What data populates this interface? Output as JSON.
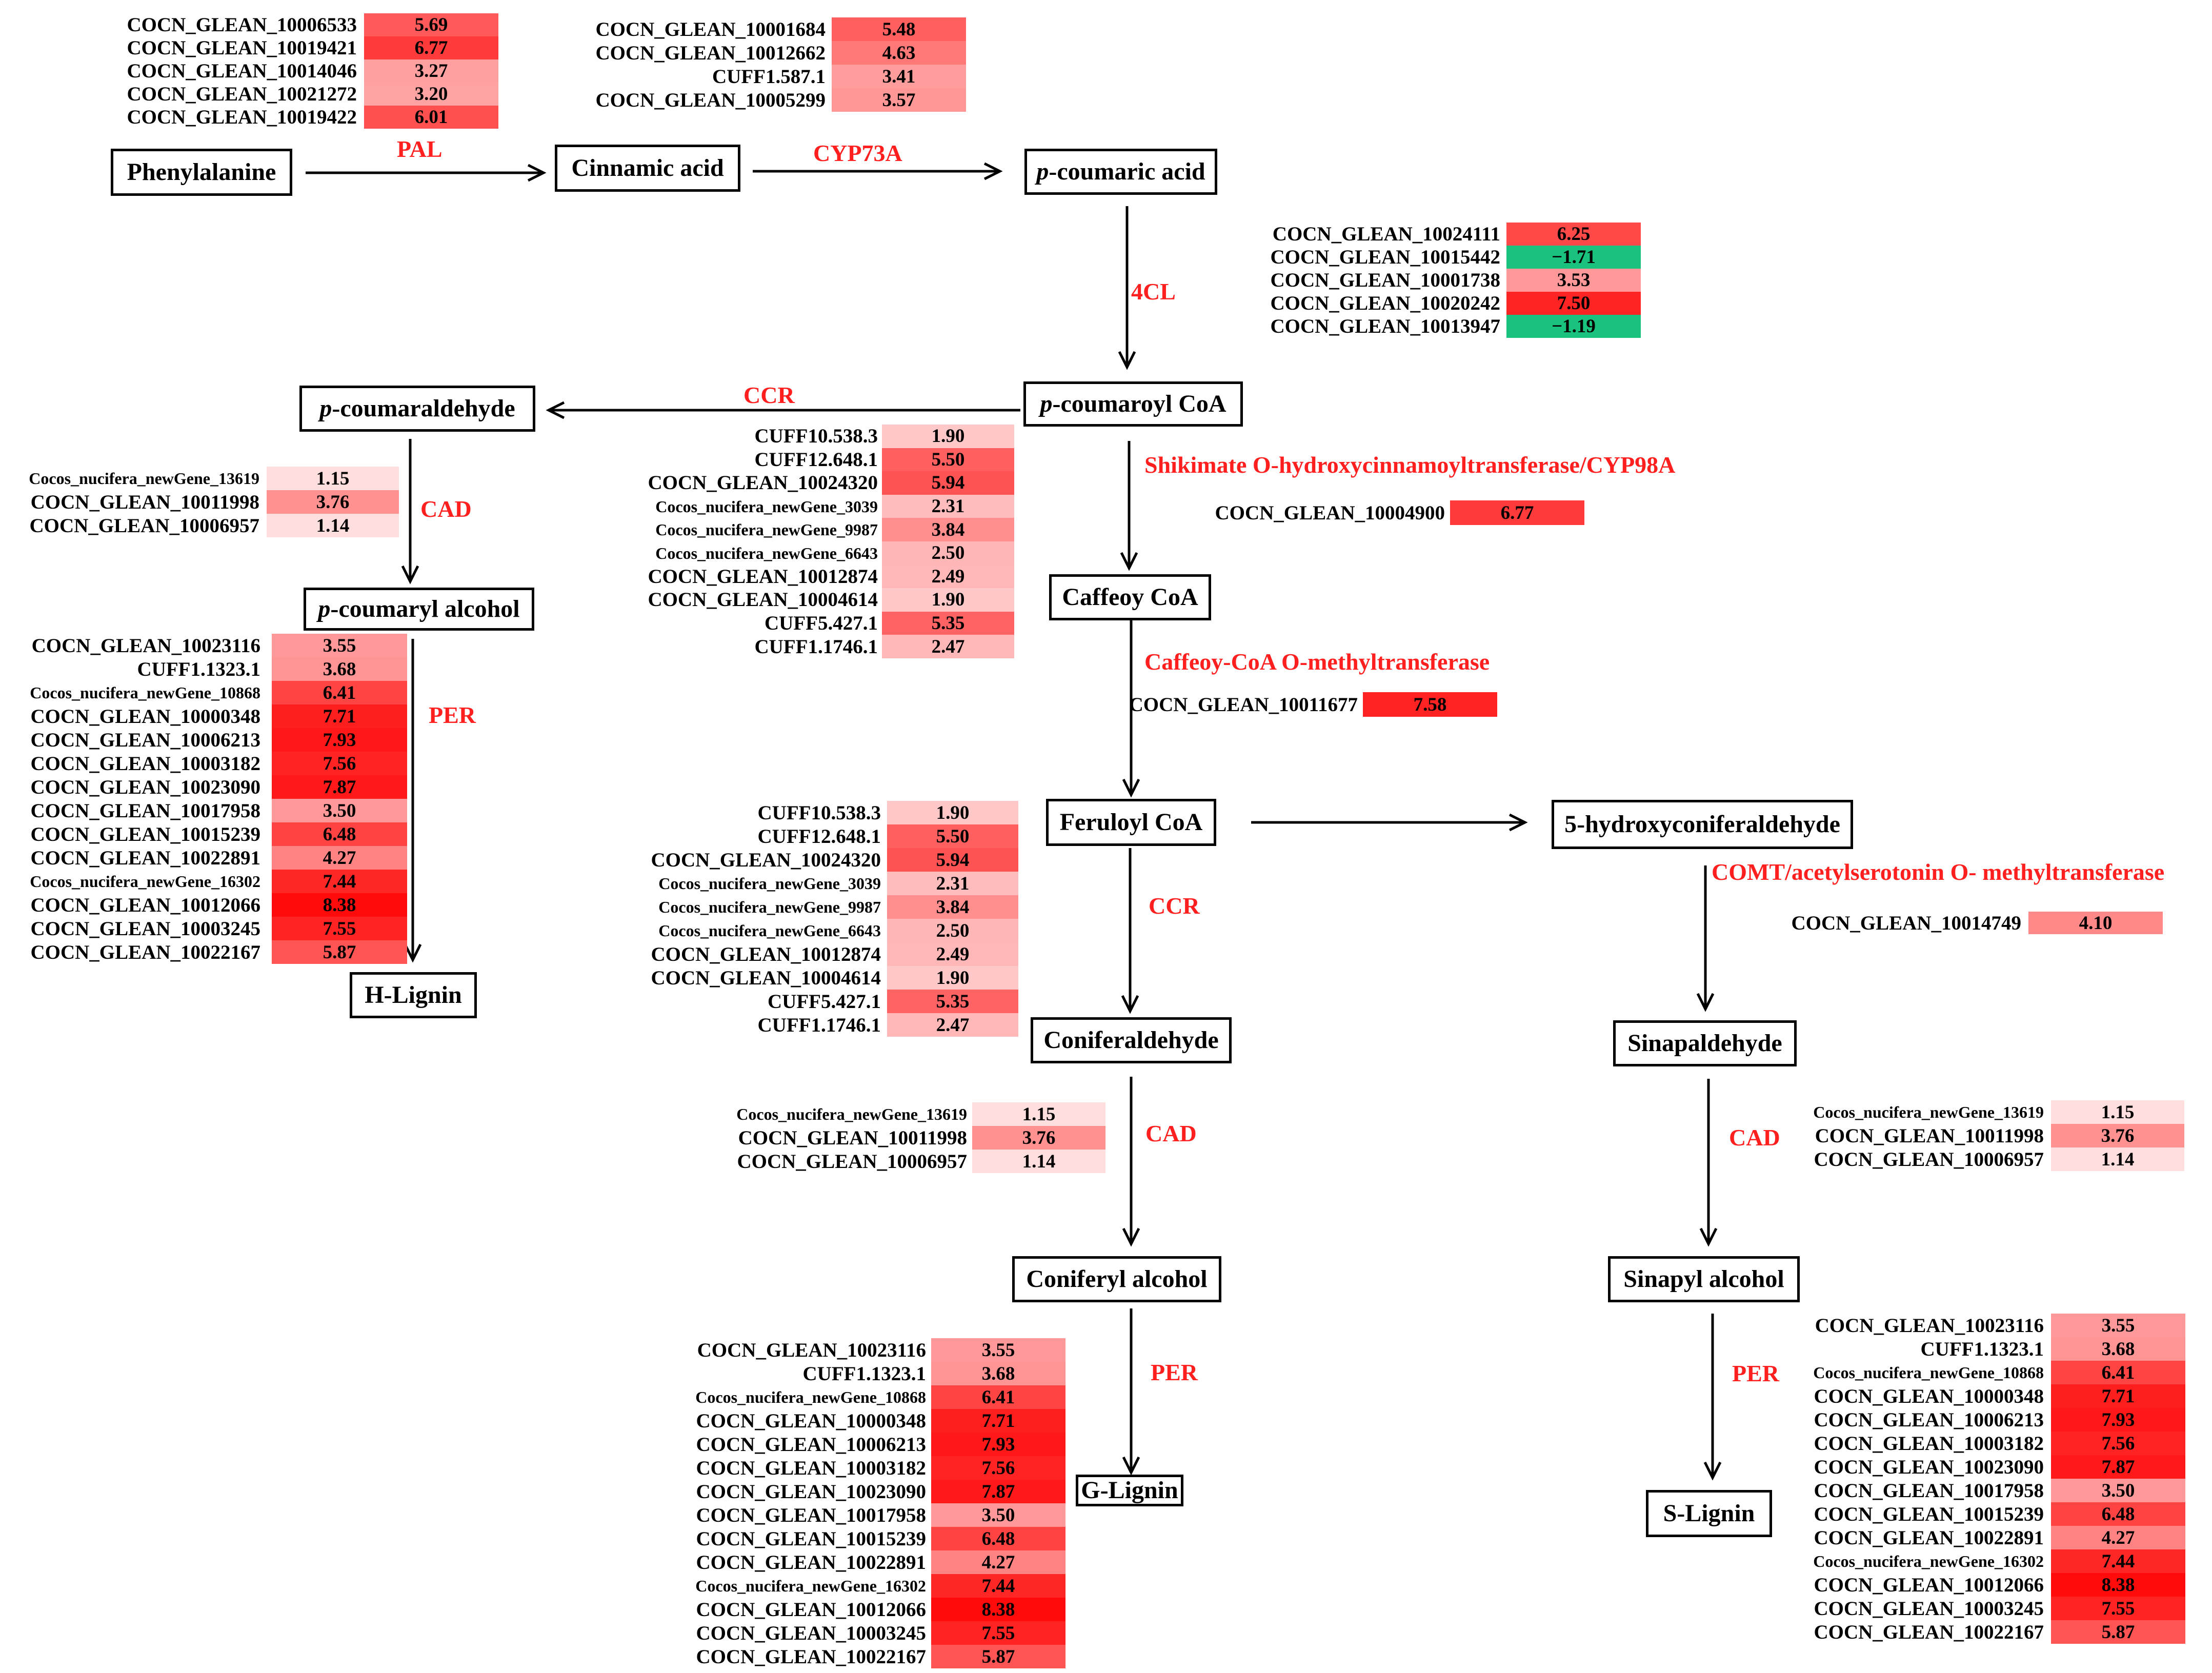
{
  "colors": {
    "enzyme_label": "#ff1f1f",
    "box_border": "#000000",
    "heat_low": "#ffe2e2",
    "heat_high": "#ff0a0a",
    "negative": "#19c37d"
  },
  "compounds": {
    "phenylalanine": "Phenylalanine",
    "cinnamic_acid": "Cinnamic acid",
    "p_coumaric_acid": {
      "italic": "p",
      "rest": "-coumaric acid"
    },
    "p_coumaroyl_coa": {
      "italic": "p",
      "rest": "-coumaroyl CoA"
    },
    "p_coumaraldehyde": {
      "italic": "p",
      "rest": "-coumaraldehyde"
    },
    "p_coumaryl_alcohol": {
      "italic": "p",
      "rest": "-coumaryl alcohol"
    },
    "h_lignin": "H-Lignin",
    "caffeoy_coa": "Caffeoy CoA",
    "feruloyl_coa": "Feruloyl CoA",
    "hydroxyconiferaldehyde": "5-hydroxyconiferaldehyde",
    "coniferaldehyde": "Coniferaldehyde",
    "coniferyl_alcohol": "Coniferyl alcohol",
    "g_lignin": "G-Lignin",
    "sinapaldehyde": "Sinapaldehyde",
    "sinapyl_alcohol": "Sinapyl alcohol",
    "s_lignin": "S-Lignin"
  },
  "enzymes": {
    "pal": "PAL",
    "cyp73a": "CYP73A",
    "four_cl": "4CL",
    "ccr_top": "CCR",
    "cad_h": "CAD",
    "per_h": "PER",
    "shikimate": "Shikimate O-hydroxycinnamoyltransferase/CYP98A",
    "ccoaomt": "Caffeoy-CoA O-methyltransferase",
    "ccr_mid": "CCR",
    "comt": "COMT/acetylserotonin O-  methyltransferase",
    "cad_g": "CAD",
    "cad_s": "CAD",
    "per_g": "PER",
    "per_s": "PER"
  },
  "gene_tables": {
    "pal": [
      {
        "gene": "COCN_GLEAN_10006533",
        "value": "5.69"
      },
      {
        "gene": "COCN_GLEAN_10019421",
        "value": "6.77"
      },
      {
        "gene": "COCN_GLEAN_10014046",
        "value": "3.27"
      },
      {
        "gene": "COCN_GLEAN_10021272",
        "value": "3.20"
      },
      {
        "gene": "COCN_GLEAN_10019422",
        "value": "6.01"
      }
    ],
    "cyp73a": [
      {
        "gene": "COCN_GLEAN_10001684",
        "value": "5.48"
      },
      {
        "gene": "COCN_GLEAN_10012662",
        "value": "4.63"
      },
      {
        "gene": "CUFF1.587.1",
        "value": "3.41"
      },
      {
        "gene": "COCN_GLEAN_10005299",
        "value": "3.57"
      }
    ],
    "four_cl": [
      {
        "gene": "COCN_GLEAN_10024111",
        "value": "6.25"
      },
      {
        "gene": "COCN_GLEAN_10015442",
        "value": "−1.71"
      },
      {
        "gene": "COCN_GLEAN_10001738",
        "value": "3.53"
      },
      {
        "gene": "COCN_GLEAN_10020242",
        "value": "7.50"
      },
      {
        "gene": "COCN_GLEAN_10013947",
        "value": "−1.19"
      }
    ],
    "ccr_top": [
      {
        "gene": "CUFF10.538.3",
        "value": "1.90"
      },
      {
        "gene": "CUFF12.648.1",
        "value": "5.50"
      },
      {
        "gene": "COCN_GLEAN_10024320",
        "value": "5.94"
      },
      {
        "gene": "Cocos_nucifera_newGene_3039",
        "value": "2.31"
      },
      {
        "gene": "Cocos_nucifera_newGene_9987",
        "value": "3.84"
      },
      {
        "gene": "Cocos_nucifera_newGene_6643",
        "value": "2.50"
      },
      {
        "gene": "COCN_GLEAN_10012874",
        "value": "2.49"
      },
      {
        "gene": "COCN_GLEAN_10004614",
        "value": "1.90"
      },
      {
        "gene": "CUFF5.427.1",
        "value": "5.35"
      },
      {
        "gene": "CUFF1.1746.1",
        "value": "2.47"
      }
    ],
    "cad_h": [
      {
        "gene": "Cocos_nucifera_newGene_13619",
        "value": "1.15"
      },
      {
        "gene": "COCN_GLEAN_10011998",
        "value": "3.76"
      },
      {
        "gene": "COCN_GLEAN_10006957",
        "value": "1.14"
      }
    ],
    "per_h": [
      {
        "gene": "COCN_GLEAN_10023116",
        "value": "3.55"
      },
      {
        "gene": "CUFF1.1323.1",
        "value": "3.68"
      },
      {
        "gene": "Cocos_nucifera_newGene_10868",
        "value": "6.41"
      },
      {
        "gene": "COCN_GLEAN_10000348",
        "value": "7.71"
      },
      {
        "gene": "COCN_GLEAN_10006213",
        "value": "7.93"
      },
      {
        "gene": "COCN_GLEAN_10003182",
        "value": "7.56"
      },
      {
        "gene": "COCN_GLEAN_10023090",
        "value": "7.87"
      },
      {
        "gene": "COCN_GLEAN_10017958",
        "value": "3.50"
      },
      {
        "gene": "COCN_GLEAN_10015239",
        "value": "6.48"
      },
      {
        "gene": "COCN_GLEAN_10022891",
        "value": "4.27"
      },
      {
        "gene": "Cocos_nucifera_newGene_16302",
        "value": "7.44"
      },
      {
        "gene": "COCN_GLEAN_10012066",
        "value": "8.38"
      },
      {
        "gene": "COCN_GLEAN_10003245",
        "value": "7.55"
      },
      {
        "gene": "COCN_GLEAN_10022167",
        "value": "5.87"
      }
    ],
    "shikimate": [
      {
        "gene": "COCN_GLEAN_10004900",
        "value": "6.77"
      }
    ],
    "ccoaomt": [
      {
        "gene": "COCN_GLEAN_10011677",
        "value": "7.58"
      }
    ],
    "ccr_mid": [
      {
        "gene": "CUFF10.538.3",
        "value": "1.90"
      },
      {
        "gene": "CUFF12.648.1",
        "value": "5.50"
      },
      {
        "gene": "COCN_GLEAN_10024320",
        "value": "5.94"
      },
      {
        "gene": "Cocos_nucifera_newGene_3039",
        "value": "2.31"
      },
      {
        "gene": "Cocos_nucifera_newGene_9987",
        "value": "3.84"
      },
      {
        "gene": "Cocos_nucifera_newGene_6643",
        "value": "2.50"
      },
      {
        "gene": "COCN_GLEAN_10012874",
        "value": "2.49"
      },
      {
        "gene": "COCN_GLEAN_10004614",
        "value": "1.90"
      },
      {
        "gene": "CUFF5.427.1",
        "value": "5.35"
      },
      {
        "gene": "CUFF1.1746.1",
        "value": "2.47"
      }
    ],
    "comt": [
      {
        "gene": "COCN_GLEAN_10014749",
        "value": "4.10"
      }
    ],
    "cad_g": [
      {
        "gene": "Cocos_nucifera_newGene_13619",
        "value": "1.15"
      },
      {
        "gene": "COCN_GLEAN_10011998",
        "value": "3.76"
      },
      {
        "gene": "COCN_GLEAN_10006957",
        "value": "1.14"
      }
    ],
    "cad_s": [
      {
        "gene": "Cocos_nucifera_newGene_13619",
        "value": "1.15"
      },
      {
        "gene": "COCN_GLEAN_10011998",
        "value": "3.76"
      },
      {
        "gene": "COCN_GLEAN_10006957",
        "value": "1.14"
      }
    ],
    "per_g": [
      {
        "gene": "COCN_GLEAN_10023116",
        "value": "3.55"
      },
      {
        "gene": "CUFF1.1323.1",
        "value": "3.68"
      },
      {
        "gene": "Cocos_nucifera_newGene_10868",
        "value": "6.41"
      },
      {
        "gene": "COCN_GLEAN_10000348",
        "value": "7.71"
      },
      {
        "gene": "COCN_GLEAN_10006213",
        "value": "7.93"
      },
      {
        "gene": "COCN_GLEAN_10003182",
        "value": "7.56"
      },
      {
        "gene": "COCN_GLEAN_10023090",
        "value": "7.87"
      },
      {
        "gene": "COCN_GLEAN_10017958",
        "value": "3.50"
      },
      {
        "gene": "COCN_GLEAN_10015239",
        "value": "6.48"
      },
      {
        "gene": "COCN_GLEAN_10022891",
        "value": "4.27"
      },
      {
        "gene": "Cocos_nucifera_newGene_16302",
        "value": "7.44"
      },
      {
        "gene": "COCN_GLEAN_10012066",
        "value": "8.38"
      },
      {
        "gene": "COCN_GLEAN_10003245",
        "value": "7.55"
      },
      {
        "gene": "COCN_GLEAN_10022167",
        "value": "5.87"
      }
    ],
    "per_s": [
      {
        "gene": "COCN_GLEAN_10023116",
        "value": "3.55"
      },
      {
        "gene": "CUFF1.1323.1",
        "value": "3.68"
      },
      {
        "gene": "Cocos_nucifera_newGene_10868",
        "value": "6.41"
      },
      {
        "gene": "COCN_GLEAN_10000348",
        "value": "7.71"
      },
      {
        "gene": "COCN_GLEAN_10006213",
        "value": "7.93"
      },
      {
        "gene": "COCN_GLEAN_10003182",
        "value": "7.56"
      },
      {
        "gene": "COCN_GLEAN_10023090",
        "value": "7.87"
      },
      {
        "gene": "COCN_GLEAN_10017958",
        "value": "3.50"
      },
      {
        "gene": "COCN_GLEAN_10015239",
        "value": "6.48"
      },
      {
        "gene": "COCN_GLEAN_10022891",
        "value": "4.27"
      },
      {
        "gene": "Cocos_nucifera_newGene_16302",
        "value": "7.44"
      },
      {
        "gene": "COCN_GLEAN_10012066",
        "value": "8.38"
      },
      {
        "gene": "COCN_GLEAN_10003245",
        "value": "7.55"
      },
      {
        "gene": "COCN_GLEAN_10022167",
        "value": "5.87"
      }
    ]
  }
}
